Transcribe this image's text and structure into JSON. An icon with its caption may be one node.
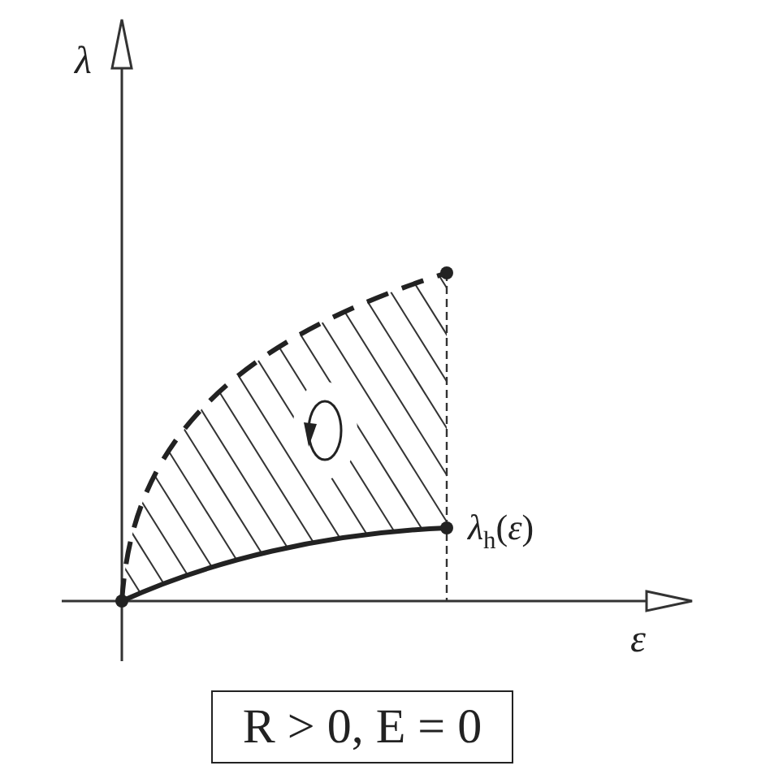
{
  "diagram": {
    "nodes": [
      {
        "text": [
          "R > 0, E = 0"
        ]
      }
    ],
    "labels": [
      "λ",
      "ε",
      "*λ*$_{h}$(*ε*)"
    ]
  }
}
